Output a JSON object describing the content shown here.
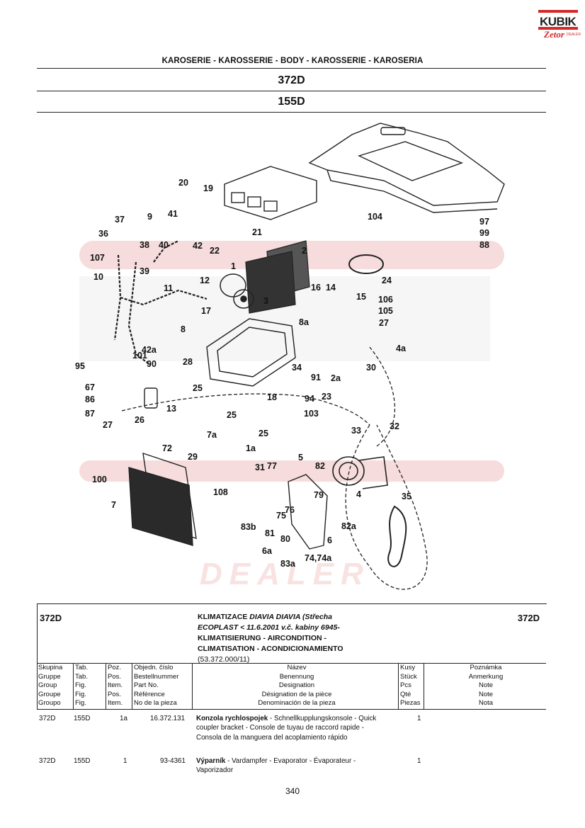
{
  "brand": {
    "name": "KUBIK",
    "sub_brand": "Zetor",
    "sub_label": "DEALER",
    "colors": {
      "brand_red": "#d42a2a",
      "text": "#111111",
      "watermark": "#f6dcdc"
    }
  },
  "header": {
    "section_title": "KAROSERIE - KAROSSERIE - BODY - KAROSSERIE - KAROSERIA",
    "group_code": "372D",
    "table_code": "155D"
  },
  "diagram": {
    "watermark_text": "DEALER",
    "callouts": [
      "20",
      "19",
      "104",
      "97",
      "99",
      "88",
      "37",
      "9",
      "41",
      "36",
      "42",
      "21",
      "22",
      "2",
      "107",
      "38",
      "40",
      "10",
      "39",
      "1",
      "24",
      "12",
      "11",
      "3",
      "16",
      "14",
      "15",
      "106",
      "105",
      "17",
      "8",
      "8a",
      "27",
      "4a",
      "42a",
      "95",
      "101",
      "90",
      "28",
      "67",
      "86",
      "87",
      "27",
      "26",
      "13",
      "25",
      "34",
      "30",
      "2a",
      "91",
      "18",
      "94",
      "23",
      "103",
      "25",
      "25",
      "32",
      "33",
      "7a",
      "1a",
      "72",
      "29",
      "31",
      "77",
      "5",
      "82",
      "100",
      "108",
      "79",
      "4",
      "7",
      "75",
      "76",
      "83b",
      "81",
      "80",
      "82a",
      "35",
      "6",
      "6a",
      "83a",
      "74,74a"
    ]
  },
  "parts_section": {
    "code_left": "372D",
    "code_right": "372D",
    "title_lines": [
      {
        "bold": "KLIMATIZACE ",
        "italic": "DIAVIA DIAVIA (Střecha"
      },
      {
        "bold": "",
        "italic": "ECOPLAST < 11.6.2001 v.č. kabiny 6945-"
      },
      {
        "bold": "KLIMATISIERUNG - AIRCONDITION -",
        "italic": ""
      },
      {
        "bold": "CLIMATISATION - ACONDICIONAMIENTO",
        "italic": ""
      }
    ],
    "reference": "(53.372.000/11)",
    "columns": [
      {
        "key": "group",
        "labels": [
          "Skupina",
          "Gruppe",
          "Group",
          "Groupe",
          "Groupo"
        ]
      },
      {
        "key": "table",
        "labels": [
          "Tab.",
          "Tab.",
          "Fig.",
          "Fig.",
          "Fig."
        ]
      },
      {
        "key": "position",
        "labels": [
          "Poz.",
          "Pos.",
          "Item.",
          "Pos.",
          "Item."
        ]
      },
      {
        "key": "part_no",
        "labels": [
          "Objedn. číslo",
          "Bestellnummer",
          "Part No.",
          "Référence",
          "No de la pieza"
        ]
      },
      {
        "key": "name",
        "labels": [
          "Název",
          "Benennung",
          "Designation",
          "Désignation de la pièce",
          "Denominación de la pieza"
        ]
      },
      {
        "key": "qty",
        "labels": [
          "Kusy",
          "Stück",
          "Pcs",
          "Qté",
          "Piezas"
        ]
      },
      {
        "key": "note",
        "labels": [
          "Poznámka",
          "Anmerkung",
          "Note",
          "Note",
          "Nota"
        ]
      }
    ],
    "rows": [
      {
        "group": "372D",
        "table": "155D",
        "position": "1a",
        "part_no": "16.372.131",
        "name_bold": "Konzola rychlospojek",
        "name_rest": " - Schnellkupplungskonsole - Quick coupler bracket - Console de tuyau de raccord rapide - Consola de la manguera del acoplamiento rápido",
        "qty": "1",
        "note": ""
      },
      {
        "group": "372D",
        "table": "155D",
        "position": "1",
        "part_no": "93-4361",
        "name_bold": "Výparník",
        "name_rest": " - Vardampfer - Evaporator - Évaporateur - Vaporizador",
        "qty": "1",
        "note": ""
      }
    ]
  },
  "footer": {
    "page_number": "340"
  }
}
